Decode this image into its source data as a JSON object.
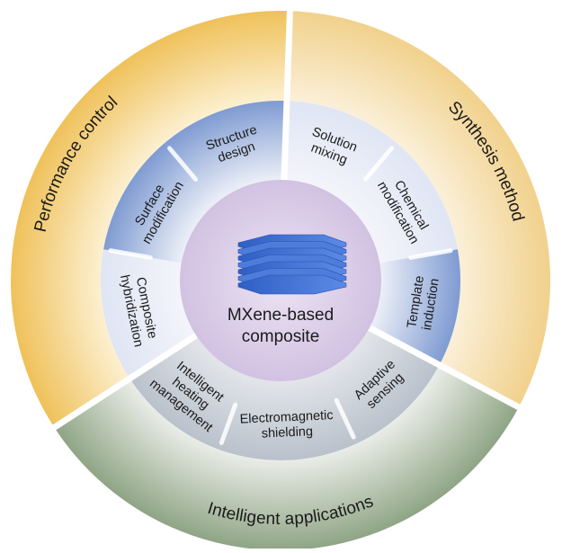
{
  "center": {
    "title_lines": [
      "MXene-based",
      "composite"
    ]
  },
  "outer_ring": [
    {
      "label": "Performance control",
      "color": "#f2c460"
    },
    {
      "label": "Synthesis method",
      "color": "#f2d28a"
    },
    {
      "label": "Intelligent applications",
      "color": "#a8b8a0"
    }
  ],
  "inner_segments": [
    {
      "group": "Synthesis method",
      "lines": [
        "Solution",
        "mixing"
      ]
    },
    {
      "group": "Synthesis method",
      "lines": [
        "Chemical",
        "modification"
      ]
    },
    {
      "group": "Synthesis method",
      "lines": [
        "Template",
        "induction"
      ]
    },
    {
      "group": "Intelligent applications",
      "lines": [
        "Adaptive",
        "sensing"
      ]
    },
    {
      "group": "Intelligent applications",
      "lines": [
        "Electromagnetic",
        "shielding"
      ]
    },
    {
      "group": "Intelligent applications",
      "lines": [
        "Intelligent",
        "heating",
        "management"
      ]
    },
    {
      "group": "Performance control",
      "lines": [
        "Composite",
        "hybridization"
      ]
    },
    {
      "group": "Performance control",
      "lines": [
        "Surface",
        "modification"
      ]
    },
    {
      "group": "Performance control",
      "lines": [
        "Structure",
        "design"
      ]
    }
  ],
  "colors": {
    "center_fill": "#d9cde6",
    "stack_layer": "#3f6fcf",
    "inner_blue": "#8ea6d6",
    "inner_light": "#e8ecf7",
    "inner_gray": "#c6ccd6"
  }
}
